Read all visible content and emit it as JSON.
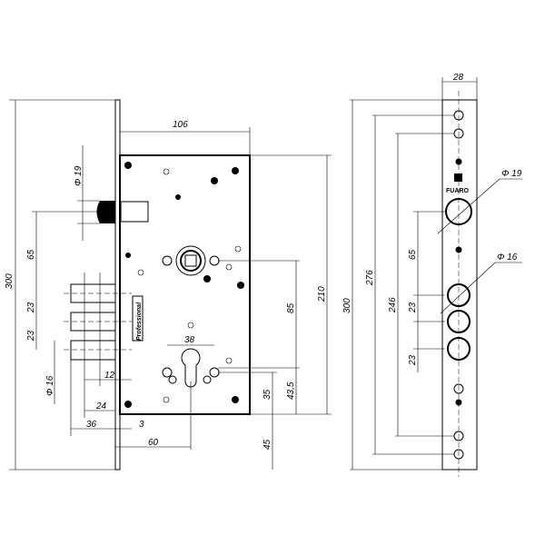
{
  "front_view": {
    "dims": {
      "height_total": "300",
      "body_width": "106",
      "latch_dia": "Φ 19",
      "latch_to_bolt": "65",
      "bolt_pitch_1": "23",
      "bolt_pitch_2": "23",
      "bolt_dia": "Φ 16",
      "throw_12": "12",
      "throw_24": "24",
      "throw_36": "36",
      "plate_3": "3",
      "backset": "60",
      "cyl_holes": "38",
      "spindle_to_cyl": "85",
      "body_height": "210",
      "cyl_to_bottom": "35",
      "dim_43_5": "43,5",
      "bottom_offset": "45"
    },
    "label": "Professional"
  },
  "side_view": {
    "dims": {
      "width": "28",
      "height_total": "300",
      "screw_276": "276",
      "screw_246": "246",
      "latch_dia": "Φ 19",
      "bolt_dia": "Φ 16",
      "latch_to_bolt": "65",
      "pitch_1": "23",
      "pitch_2": "23"
    },
    "brand": "FUARO"
  }
}
